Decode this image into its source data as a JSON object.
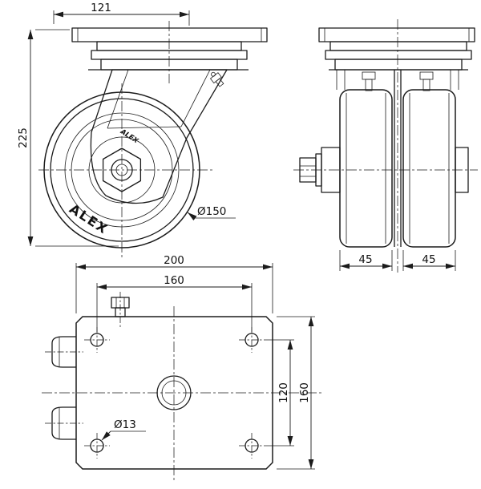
{
  "drawing": {
    "line_color": "#1b1b1b",
    "background": "#ffffff"
  },
  "front_view": {
    "dim_top_width": "121",
    "dim_height": "225",
    "dim_wheel_diameter": "Ø150",
    "wheel_brand": "ALEX",
    "fork_logo": "ALEX"
  },
  "side_view": {
    "dim_wheel_width_left": "45",
    "dim_wheel_width_right": "45"
  },
  "top_view": {
    "dim_plate_width": "200",
    "dim_hole_spacing_h": "160",
    "dim_hole_spacing_v": "120",
    "dim_plate_depth": "160",
    "dim_hole_diameter": "Ø13"
  }
}
